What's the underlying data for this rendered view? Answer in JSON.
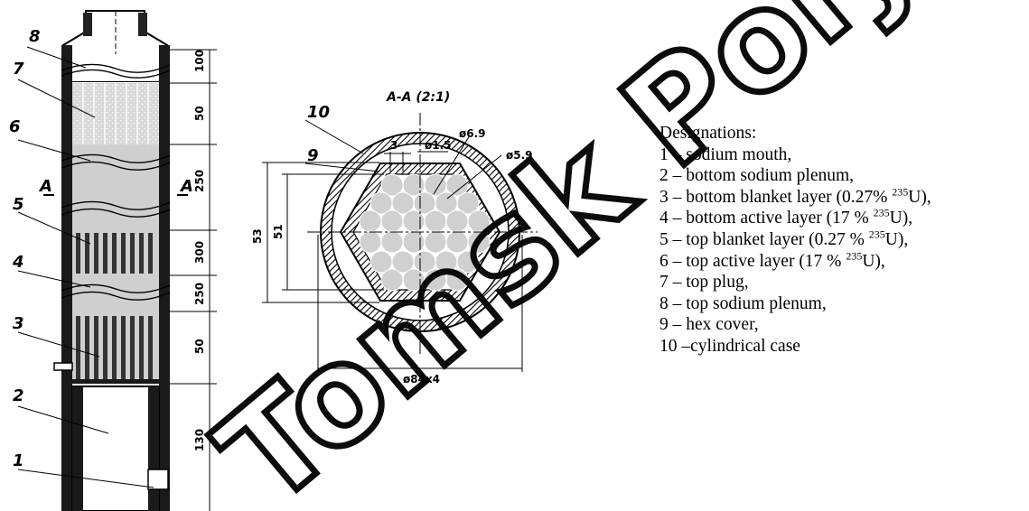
{
  "figure": {
    "part_labels": [
      "1",
      "2",
      "3",
      "4",
      "5",
      "6",
      "7",
      "8"
    ],
    "dims_vertical": [
      "100",
      "50",
      "250",
      "300",
      "250",
      "50",
      "130"
    ],
    "section_mark": "A",
    "section": {
      "title": "A-A (2:1)",
      "labels": [
        "10",
        "9"
      ],
      "dims": [
        "3",
        "ø1.5",
        "ø6.9",
        "ø5.9",
        "53",
        "51",
        "ø84x4"
      ]
    }
  },
  "legend": {
    "heading": "Designations:",
    "items": [
      {
        "prefix": "1 – sodium mouth,",
        "sup": "",
        "suffix": ""
      },
      {
        "prefix": "2 – bottom sodium plenum,",
        "sup": "",
        "suffix": ""
      },
      {
        "prefix": "3 – bottom blanket layer (0.27% ",
        "sup": "235",
        "suffix": "U),"
      },
      {
        "prefix": "4 – bottom active layer (17 % ",
        "sup": "235",
        "suffix": "U),"
      },
      {
        "prefix": "5 – top blanket layer (0.27 % ",
        "sup": "235",
        "suffix": "U),"
      },
      {
        "prefix": "6 – top active layer (17 % ",
        "sup": "235",
        "suffix": "U),"
      },
      {
        "prefix": "7 – top plug,",
        "sup": "",
        "suffix": ""
      },
      {
        "prefix": "8 – top sodium plenum,",
        "sup": "",
        "suffix": ""
      },
      {
        "prefix": "9 – hex cover,",
        "sup": "",
        "suffix": ""
      },
      {
        "prefix": "10 –cylindrical case",
        "sup": "",
        "suffix": ""
      }
    ]
  },
  "watermark": {
    "text": "Tomsk Polytechnic University",
    "color": "#000000"
  }
}
